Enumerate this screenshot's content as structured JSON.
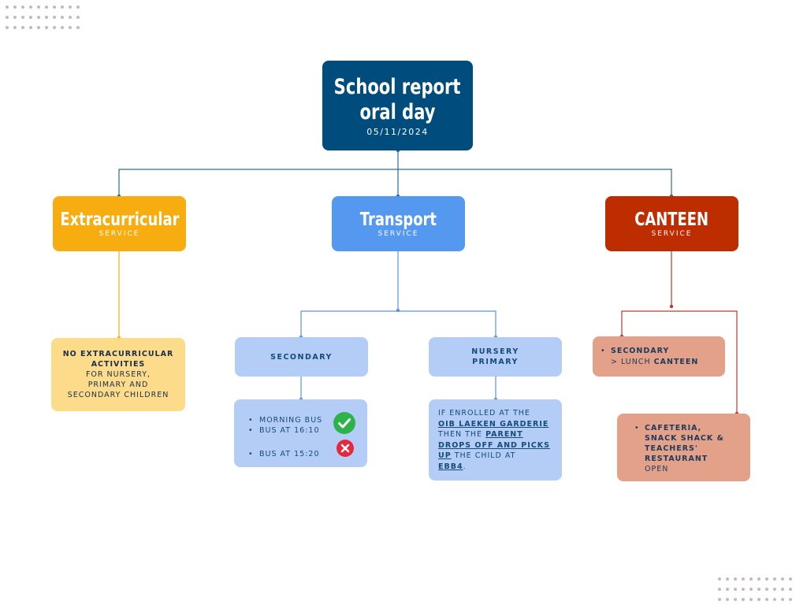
{
  "root": {
    "title_line1": "School report",
    "title_line2": "oral day",
    "date": "05/11/2024"
  },
  "services": {
    "extracurricular": {
      "name": "Extracurricular",
      "sub": "SERVICE",
      "color": "#f7ad0f"
    },
    "transport": {
      "name": "Transport",
      "sub": "SERVICE",
      "color": "#5598f0"
    },
    "canteen": {
      "name": "CANTEEN",
      "sub": "SERVICE",
      "color": "#bd2d00"
    }
  },
  "extracurricular_note": {
    "bold1": "NO EXTRACURRICULAR",
    "bold2": "ACTIVITIES",
    "line3": "FOR NURSERY,",
    "line4": "PRIMARY AND",
    "line5": "SECONDARY CHILDREN"
  },
  "transport": {
    "secondary_label": "SECONDARY",
    "nursery_line1": "NURSERY",
    "nursery_line2": "PRIMARY",
    "bus_items": [
      "MORNING BUS",
      "BUS AT 16:10",
      "BUS AT 15:20"
    ],
    "bus_status": {
      "available": "check-icon",
      "cancelled": "cross-icon"
    },
    "enroll": {
      "t1": "IF ENROLLED AT THE",
      "u1": "OIB LAEKEN GARDERIE",
      "t2": "THEN THE",
      "u2": "PARENT",
      "u3": "DROPS OFF AND PICKS",
      "u4": "UP",
      "t3": "THE CHILD AT",
      "u5": "EBB4",
      "t4": "."
    }
  },
  "canteen": {
    "item1_bold": "SECONDARY",
    "item1_line2_pre": "> LUNCH",
    "item1_line2_bold": "CANTEEN",
    "item2_line1": "CAFETERIA,",
    "item2_line2": "SNACK SHACK &",
    "item2_line3": "TEACHERS'",
    "item2_line4": "RESTAURANT",
    "item2_line5": "OPEN"
  },
  "colors": {
    "root": "#004c7d",
    "line_root": "#2d6a9a",
    "line_extra": "#f7ad0f",
    "line_transport": "#5a93e0",
    "line_canteen": "#c0392b",
    "ok": "#2eb34a",
    "no": "#e5283c",
    "dots": "#c9b8bb"
  }
}
